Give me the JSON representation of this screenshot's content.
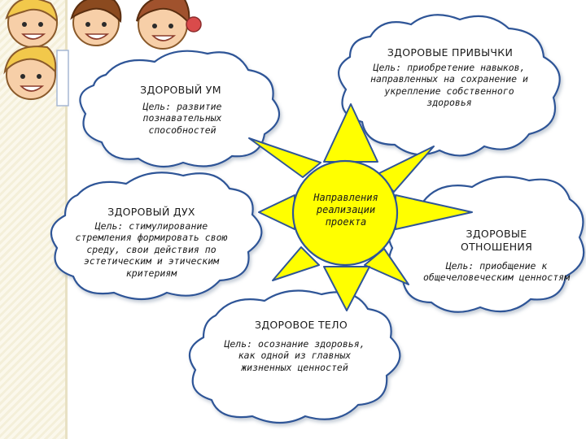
{
  "center": {
    "label": "Направления реализации проекта"
  },
  "nodes": [
    {
      "id": "habits",
      "title": "ЗДОРОВЫЕ ПРИВЫЧКИ",
      "goal": "Цель: приобретение навыков, направленных на сохранение и укрепление собственного здоровья"
    },
    {
      "id": "mind",
      "title": "ЗДОРОВЫЙ УМ",
      "goal": "Цель: развитие познавательных способностей"
    },
    {
      "id": "spirit",
      "title": "ЗДОРОВЫЙ ДУХ",
      "goal": "Цель: стимулирование стремления формировать свою среду, свои действия по эстетическим и этическим критериям"
    },
    {
      "id": "relations",
      "title": "ЗДОРОВЫЕ ОТНОШЕНИЯ",
      "goal": "Цель: приобщение к общечеловеческим ценностям"
    },
    {
      "id": "body",
      "title": "ЗДОРОВОЕ ТЕЛО",
      "goal": "Цель: осознание здоровья, как одной из главных жизненных ценностей"
    }
  ],
  "colors": {
    "sun": "#ffff00",
    "outline": "#2f5597",
    "cloud": "#ffffff",
    "text": "#1a1a1a"
  },
  "decor": {
    "corner_illustration": "smiling-children-faces"
  }
}
